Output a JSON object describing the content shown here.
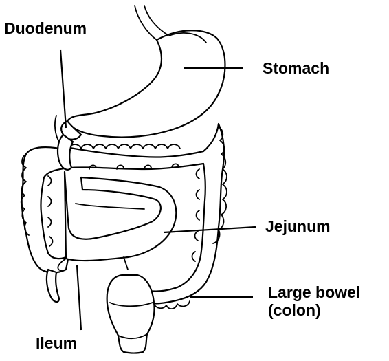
{
  "diagram": {
    "labels": {
      "duodenum": "Duodenum",
      "stomach": "Stomach",
      "jejunum": "Jejunum",
      "large_bowel_line1": "Large bowel",
      "large_bowel_line2": "(colon)",
      "ileum": "Ileum"
    }
  }
}
